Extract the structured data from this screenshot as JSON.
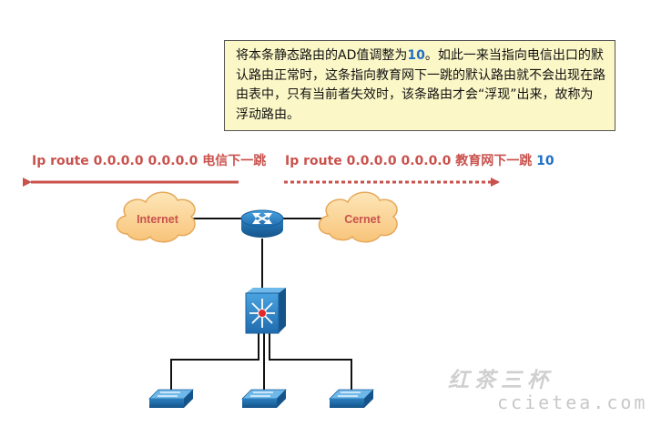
{
  "callout": {
    "text_before": "将本条静态路由的AD值调整为",
    "highlight": "10",
    "text_after": "。如此一来当指向电信出口的默认路由正常时，这条指向教育网下一跳的默认路由就不会出现在路由表中，只有当前者失效时，该条路由才会“浮现”出来，故称为浮动路由。"
  },
  "routes": {
    "left": {
      "command": "Ip route 0.0.0.0 0.0.0.0 电信下一跳"
    },
    "right": {
      "command": "Ip route 0.0.0.0 0.0.0.0 教育网下一跳",
      "distance": "10"
    }
  },
  "clouds": {
    "left": "Internet",
    "right": "Cernet"
  },
  "watermark": {
    "name": "红茶三杯",
    "url": "ccietea.com"
  },
  "colors": {
    "route_red": "#c9524d",
    "highlight_blue": "#1f6fc6",
    "cloud_fill": "#fcd9a0",
    "device_blue": "#2f86c8",
    "callout_bg": "#fbf7c7"
  },
  "icons": [
    "cloud-icon",
    "router-icon",
    "multilayer-switch-icon",
    "switch-icon"
  ]
}
